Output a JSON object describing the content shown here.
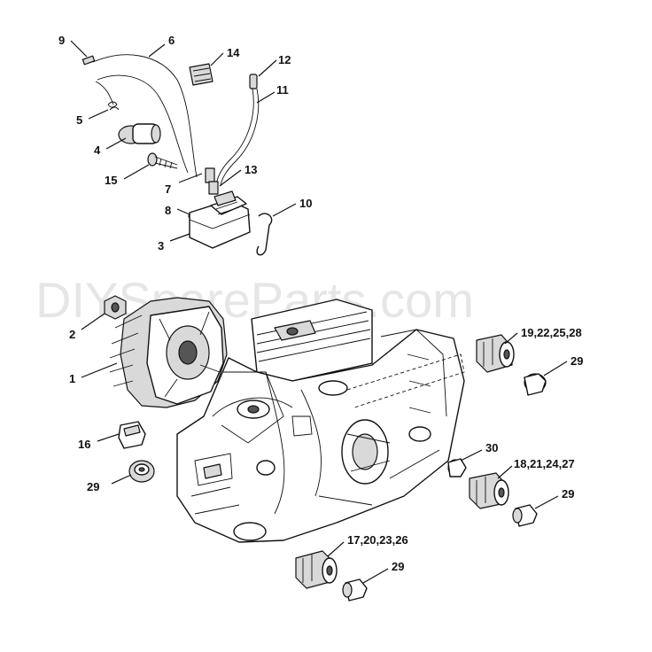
{
  "watermark": "DIYSpareParts.com",
  "callouts": {
    "c1": "1",
    "c2": "2",
    "c3": "3",
    "c4": "4",
    "c5": "5",
    "c6": "6",
    "c7": "7",
    "c8": "8",
    "c9": "9",
    "c10": "10",
    "c11": "11",
    "c12": "12",
    "c13": "13",
    "c14": "14",
    "c15": "15",
    "c16": "16",
    "c29a": "29",
    "c29b": "29",
    "c29c": "29",
    "c29d": "29",
    "c30": "30",
    "c19": "19,22,25,28",
    "c18": "18,21,24,27",
    "c17": "17,20,23,26"
  }
}
